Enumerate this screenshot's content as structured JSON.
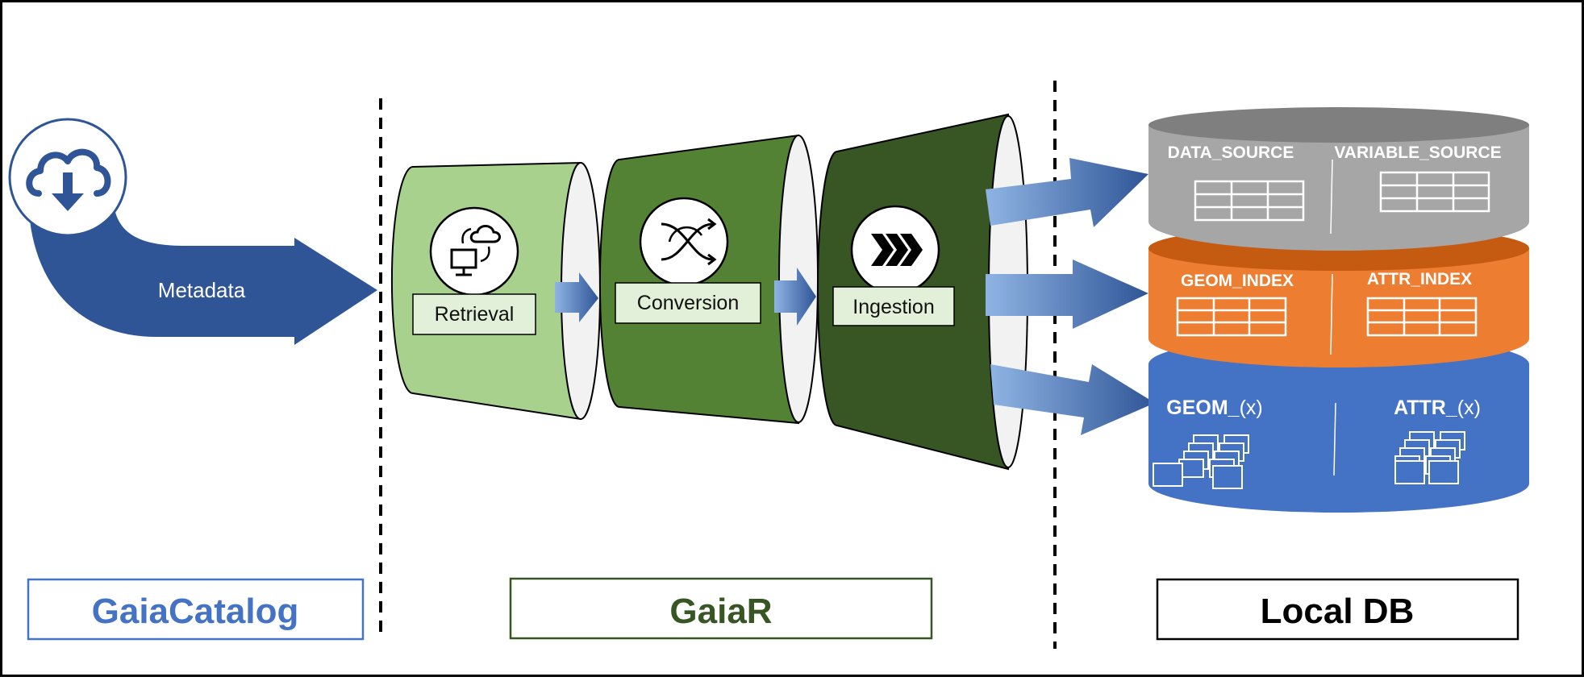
{
  "source": {
    "metadata_label": "Metadata",
    "icon": "cloud-download-icon"
  },
  "stages": [
    {
      "label": "Retrieval",
      "icon": "computer-cloud-sync-icon",
      "color": "#a9d18e"
    },
    {
      "label": "Conversion",
      "icon": "crossing-arrows-icon",
      "color": "#548235"
    },
    {
      "label": "Ingestion",
      "icon": "fast-forward-chevrons-icon",
      "color": "#375623"
    }
  ],
  "database": {
    "layers": [
      {
        "left": "DATA_SOURCE",
        "right": "VARIABLE_SOURCE",
        "color": "#a6a6a6"
      },
      {
        "left": "GEOM_INDEX",
        "right": "ATTR_INDEX",
        "color": "#ed7d31"
      },
      {
        "left": "GEOM_",
        "left_suffix": "(x)",
        "right": "ATTR_",
        "right_suffix": "(x)",
        "color": "#4472c4"
      }
    ]
  },
  "sections": {
    "left": "GaiaCatalog",
    "middle": "GaiaR",
    "right": "Local DB"
  },
  "colors": {
    "catalog": "#4472c4",
    "gaiar": "#375623",
    "localdb": "#000000",
    "arrow": "#2f5597"
  }
}
